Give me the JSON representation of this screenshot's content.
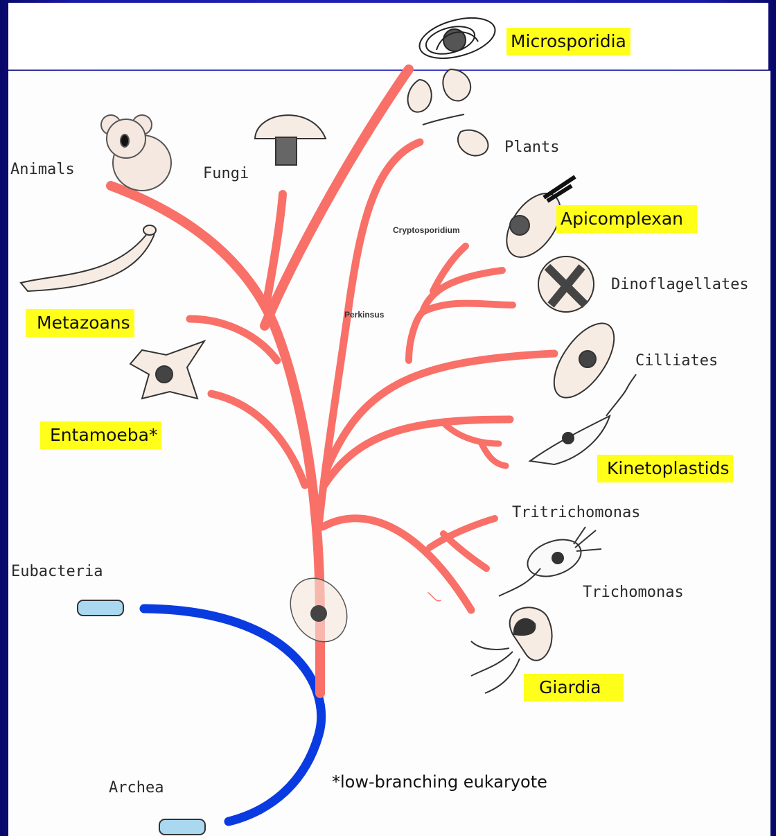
{
  "header": {
    "microsporidia": "Microsporidia"
  },
  "highlighted_labels": {
    "apicomplexan": "Apicomplexan",
    "metazoans": "Metazoans",
    "entamoeba": "Entamoeba*",
    "kinetoplastids": "Kinetoplastids",
    "giardia": "Giardia"
  },
  "tree_labels": {
    "animals": "Animals",
    "fungi": "Fungi",
    "plants": "Plants",
    "cryptosporidium": "Cryptosporidium",
    "dinoflagellates": "Dinoflagellates",
    "perkinsus": "Perkinsus",
    "cilliates": "Cilliates",
    "tritrichomonas": "Tritrichomonas",
    "trichomonas": "Trichomonas",
    "eubacteria": "Eubacteria",
    "archea": "Archea"
  },
  "footnote": "*low-branching eukaryote",
  "colors": {
    "eukaryote_branch": "#f97068",
    "prokaryote_branch": "#0a3be0",
    "highlight": "#ffff1a",
    "background": "#1e1eb0"
  }
}
